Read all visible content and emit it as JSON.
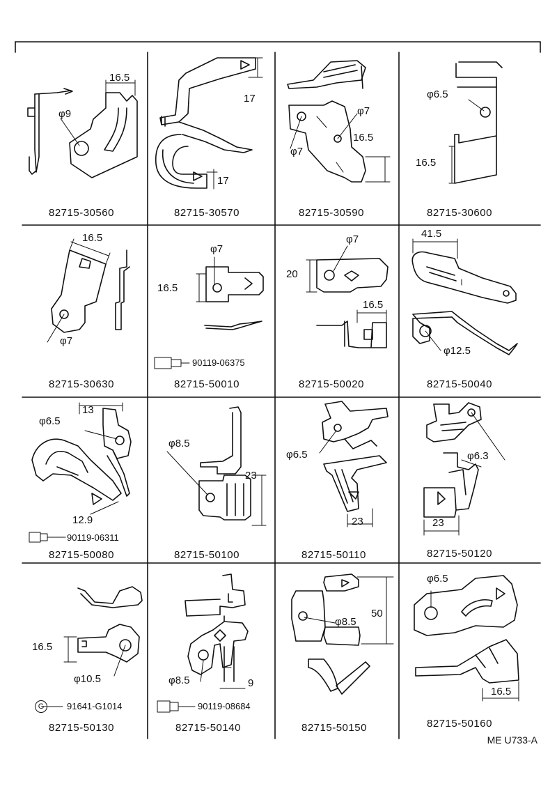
{
  "reference": "ME U733-A",
  "colors": {
    "line": "#111111",
    "background": "#ffffff"
  },
  "cells": [
    {
      "part": "82715-30560",
      "dims": [
        "16.5",
        "φ9"
      ]
    },
    {
      "part": "82715-30570",
      "dims": [
        "17",
        "17"
      ]
    },
    {
      "part": "82715-30590",
      "dims": [
        "φ7",
        "φ7",
        "16.5"
      ]
    },
    {
      "part": "82715-30600",
      "dims": [
        "φ6.5",
        "16.5"
      ]
    },
    {
      "part": "82715-30630",
      "dims": [
        "16.5",
        "φ7"
      ]
    },
    {
      "part": "82715-50010",
      "dims": [
        "φ7",
        "16.5"
      ],
      "bolt": "90119-06375"
    },
    {
      "part": "82715-50020",
      "dims": [
        "φ7",
        "20",
        "16.5"
      ]
    },
    {
      "part": "82715-50040",
      "dims": [
        "41.5",
        "φ12.5"
      ]
    },
    {
      "part": "82715-50080",
      "dims": [
        "13",
        "φ6.5",
        "12.9"
      ],
      "bolt": "90119-06311"
    },
    {
      "part": "82715-50100",
      "dims": [
        "φ8.5",
        "23"
      ]
    },
    {
      "part": "82715-50110",
      "dims": [
        "φ6.5",
        "23"
      ]
    },
    {
      "part": "82715-50120",
      "dims": [
        "φ6.3",
        "23"
      ]
    },
    {
      "part": "82715-50130",
      "dims": [
        "16.5",
        "φ10.5"
      ],
      "bolt": "91641-G1014",
      "bolt_mark": "G"
    },
    {
      "part": "82715-50140",
      "dims": [
        "φ8.5",
        "9"
      ],
      "bolt": "90119-08684"
    },
    {
      "part": "82715-50150",
      "dims": [
        "φ8.5",
        "50"
      ]
    },
    {
      "part": "82715-50160",
      "dims": [
        "φ6.5",
        "16.5"
      ]
    }
  ]
}
